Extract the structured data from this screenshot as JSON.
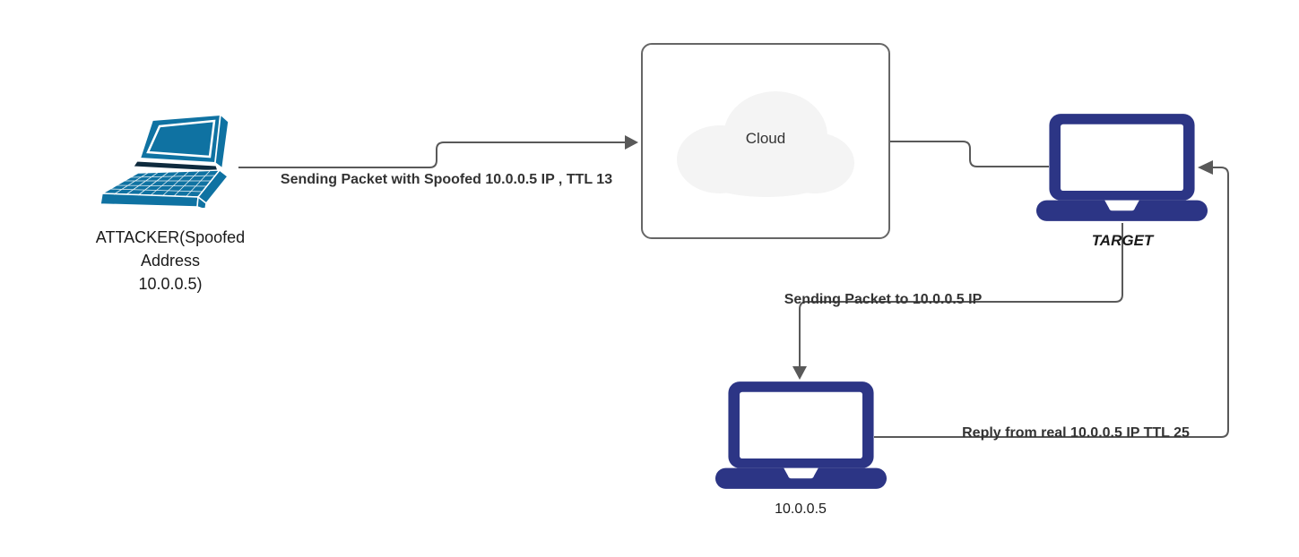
{
  "diagram": {
    "nodes": {
      "attacker": {
        "label_lines": [
          "ATTACKER(Spoofed",
          "Address",
          "10.0.0.5)"
        ]
      },
      "cloud": {
        "label": "Cloud"
      },
      "target": {
        "label": "TARGET"
      },
      "real_host": {
        "label": "10.0.0.5"
      }
    },
    "edges": {
      "attacker_to_cloud": {
        "label": "Sending Packet with Spoofed 10.0.0.5 IP , TTL 13"
      },
      "target_to_real_host": {
        "label": "Sending Packet to 10.0.0.5 IP"
      },
      "real_host_to_target": {
        "label": "Reply from real 10.0.0.5 IP TTL 25"
      }
    },
    "colors": {
      "attacker_laptop": "#0f72a2",
      "attacker_hinge": "#0e2a3d",
      "laptop_navy": "#2c3585",
      "connector": "#595959",
      "cloud_fill": "#f4f4f4",
      "cloud_box_border": "#666666",
      "edge_label_text": "#333333",
      "node_label_text": "#1a1a1a"
    }
  }
}
